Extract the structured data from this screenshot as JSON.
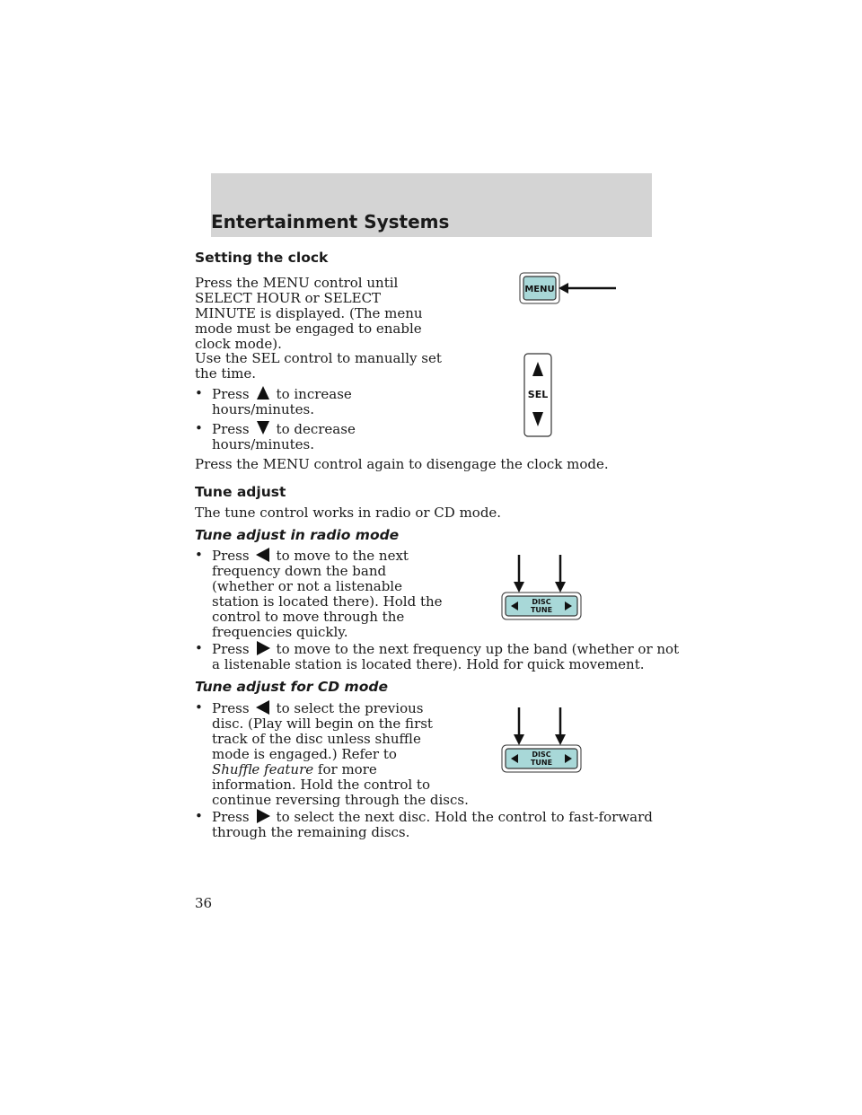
{
  "header": {
    "title": "Entertainment Systems"
  },
  "clock": {
    "heading": "Setting the clock",
    "p1": [
      "Press the MENU control until",
      "SELECT HOUR or SELECT",
      "MINUTE is displayed. (The menu",
      "mode must be engaged to enable",
      "clock mode)."
    ],
    "p2": [
      "Use the SEL control to manually set",
      "the time."
    ],
    "bullet_up": {
      "press": "Press",
      "rest": "to increase",
      "line2": "hours/minutes."
    },
    "bullet_down": {
      "press": "Press",
      "rest": "to decrease",
      "line2": "hours/minutes."
    },
    "p3": "Press the MENU control again to disengage the clock mode."
  },
  "tune": {
    "heading": "Tune adjust",
    "intro": "The tune control works in radio or CD mode."
  },
  "radio": {
    "heading": "Tune adjust in radio mode",
    "bullet_left": {
      "press": "Press",
      "rest": "to move to the next",
      "lines": [
        "frequency down the band",
        "(whether or not a listenable",
        "station is located there). Hold the",
        "control to move through the",
        "frequencies quickly."
      ]
    },
    "bullet_right": {
      "press": "Press",
      "rest": "to move to the next frequency up the band (whether or not",
      "line2": "a listenable station is located there). Hold for quick movement."
    }
  },
  "cd": {
    "heading": "Tune adjust for CD mode",
    "bullet_left": {
      "press": "Press",
      "rest": "to select the previous",
      "lines": [
        "disc. (Play will begin on the first",
        "track of the disc unless shuffle",
        "mode is engaged.) Refer to"
      ],
      "ref": "Shuffle feature",
      "ref_rest": "for more",
      "lines2": [
        "information. Hold the control to",
        "continue reversing through the discs."
      ]
    },
    "bullet_right": {
      "press": "Press",
      "rest": "to select the next disc. Hold the control to fast-forward",
      "line2": "through the remaining discs."
    }
  },
  "figures": {
    "menu_label": "MENU",
    "sel_label": "SEL",
    "disc_label_1": "DISC",
    "disc_label_2": "TUNE"
  },
  "page_number": "36",
  "colors": {
    "header_bg": "#d4d4d4",
    "button_fill": "#a8d8d8"
  }
}
